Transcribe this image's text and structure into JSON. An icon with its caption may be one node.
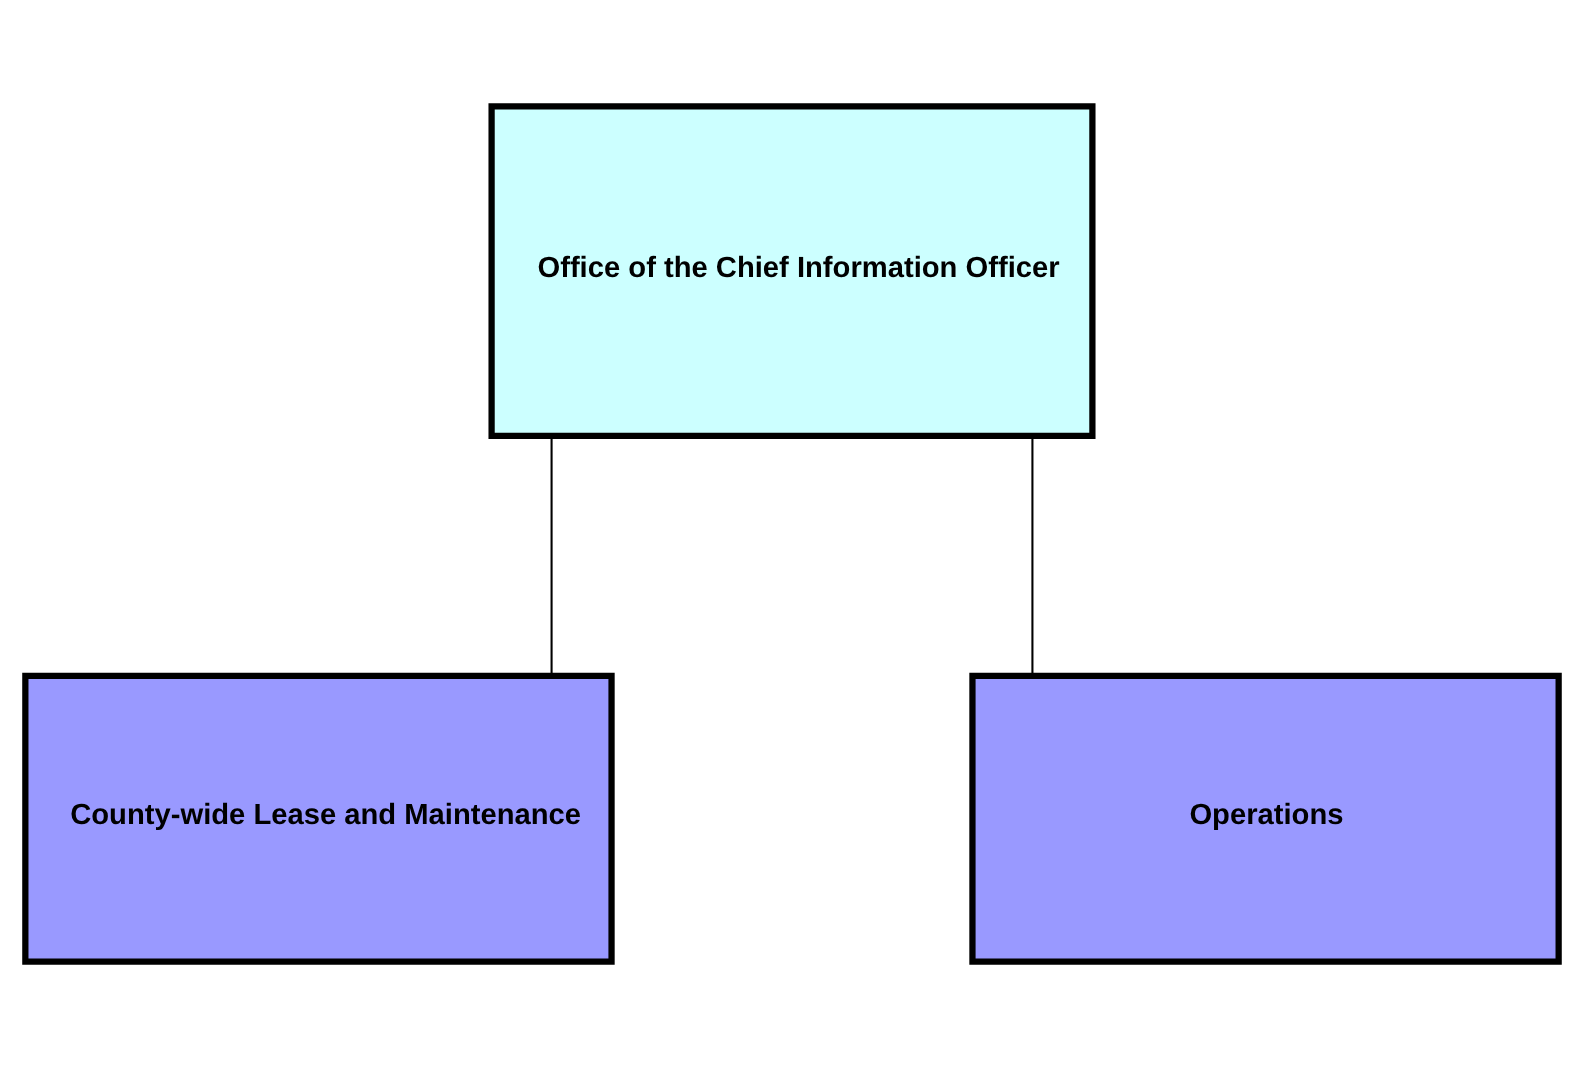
{
  "diagram": {
    "nodes": [
      {
        "text": [
          "Office of the Chief Information Officer"
        ]
      },
      {
        "text": [
          "County-wide Lease and Maintenance"
        ]
      },
      {
        "text": [
          "Operations"
        ]
      }
    ],
    "edges": [
      {
        "from": 0,
        "to": 1,
        "arrow": "none"
      },
      {
        "from": 0,
        "to": 2,
        "arrow": "none"
      }
    ]
  }
}
